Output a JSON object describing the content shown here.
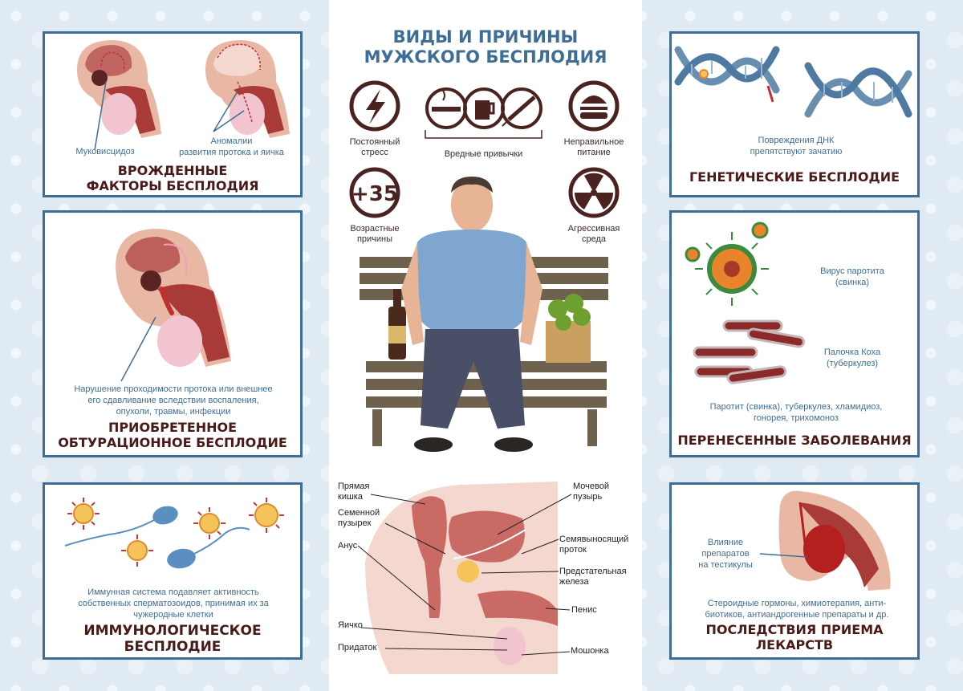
{
  "main_title": "ВИДЫ И ПРИЧИНЫ\nМУЖСКОГО БЕСПЛОДИЯ",
  "colors": {
    "card_border": "#3e6e96",
    "title_dark": "#4a1a18",
    "caption_blue": "#3e6e96",
    "anatomy_flesh": "#e8b8a4",
    "anatomy_red": "#a83a38",
    "icon_dark": "#4a2320"
  },
  "cards": {
    "congenital": {
      "title": "ВРОЖДЕННЫЕ\nФАКТОРЫ БЕСПЛОДИЯ",
      "label_cf": "Муковисцидоз",
      "label_anomaly": "Аномалии\nразвития протока и яичка"
    },
    "obstructive": {
      "title": "ПРИОБРЕТЕННОЕ\nОБТУРАЦИОННОЕ БЕСПЛОДИЕ",
      "caption": "Нарушение проходимости протока или внешнее\nего сдавливание вследствии воспаления,\nопухоли, травмы, инфекции"
    },
    "immune": {
      "title": "ИММУНОЛОГИЧЕСКОЕ\nБЕСПЛОДИЕ",
      "caption": "Иммунная система подавляет активность\nсобственных сперматозоидов, принимая их за\nчужеродные клетки"
    },
    "genetic": {
      "title": "ГЕНЕТИЧЕСКИЕ БЕСПЛОДИЕ",
      "caption": "Повреждения ДНК\nпрепятствуют зачатию"
    },
    "diseases": {
      "title": "ПЕРЕНЕСЕННЫЕ ЗАБОЛЕВАНИЯ",
      "label_mumps": "Вирус паротита\n(свинка)",
      "label_koch": "Палочка Коха\n(туберкулез)",
      "caption": "Паротит (свинка), туберкулез, хламидиоз,\nгонорея, трихомоноз"
    },
    "drugs": {
      "title": "ПОСЛЕДСТВИЯ ПРИЕМА\nЛЕКАРСТВ",
      "label_effect": "Влияние\nпрепаратов\nна тестикулы",
      "caption": "Стероидные гормоны, химиотерапия, анти-\nбиотиков, антиандрогенные препараты и др."
    }
  },
  "causes": {
    "stress": "Постоянный\nстресс",
    "habits": "Вредные привычки",
    "nutrition": "Неправильное\nпитание",
    "age": "Возрастные\nпричины",
    "age_icon_text": "+35",
    "environment": "Агрессивная\nсреда"
  },
  "anatomy": {
    "rectum": "Прямая\nкишка",
    "seminal_vesicle": "Семенной\nпузырек",
    "anus": "Анус",
    "testicle": "Яичко",
    "epididymis": "Придаток",
    "bladder": "Мочевой\nпузырь",
    "vas_deferens": "Семявыносящий\nпроток",
    "prostate": "Предстательная\nжелеза",
    "penis": "Пенис",
    "scrotum": "Мошонка"
  }
}
